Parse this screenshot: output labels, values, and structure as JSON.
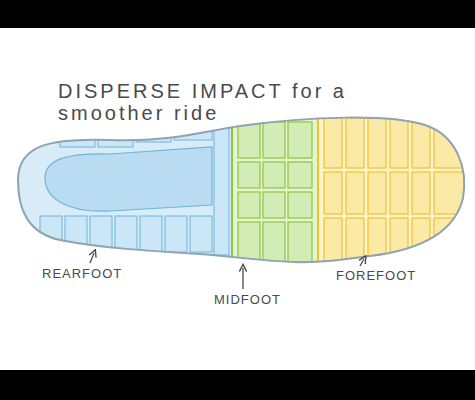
{
  "diagram": {
    "title": "DISPERSE IMPACT for a smoother ride",
    "labels": [
      "REARFOOT",
      "MIDFOOT",
      "FOREFOOT"
    ]
  }
}
